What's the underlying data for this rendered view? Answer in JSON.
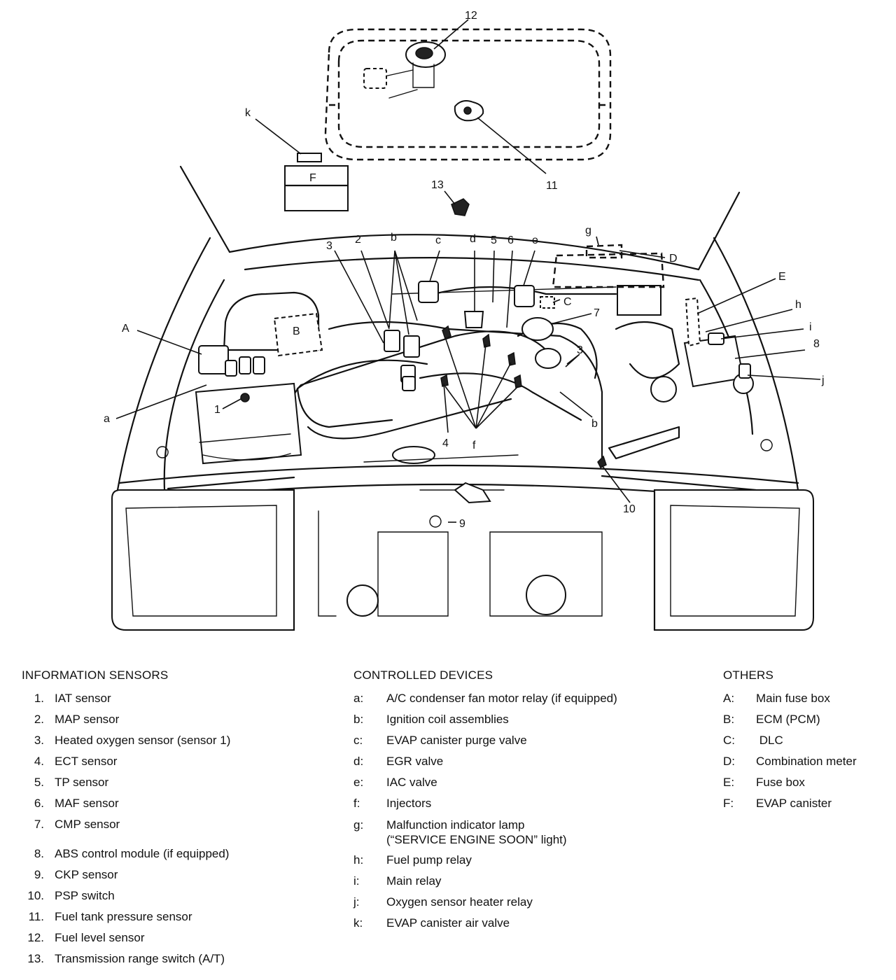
{
  "callouts": {
    "n1": "1",
    "n2": "2",
    "n3a": "3",
    "n3b": "3",
    "n4": "4",
    "n5": "5",
    "n6": "6",
    "n7": "7",
    "n8": "8",
    "n9": "9",
    "n10": "10",
    "n11": "11",
    "n12": "12",
    "n13": "13",
    "la": "a",
    "lb_top": "b",
    "lb_right": "b",
    "lc": "c",
    "ld": "d",
    "le": "e",
    "lf": "f",
    "lg": "g",
    "lh": "h",
    "li": "i",
    "lj": "j",
    "lk": "k",
    "uA": "A",
    "uB": "B",
    "uC": "C",
    "uD": "D",
    "uE": "E",
    "uF": "F"
  },
  "legend": {
    "sensors": {
      "heading": "INFORMATION SENSORS",
      "items": [
        {
          "key": "1.",
          "text": "IAT sensor"
        },
        {
          "key": "2.",
          "text": "MAP sensor"
        },
        {
          "key": "3.",
          "text": "Heated oxygen sensor (sensor 1)"
        },
        {
          "key": "4.",
          "text": "ECT sensor"
        },
        {
          "key": "5.",
          "text": "TP sensor"
        },
        {
          "key": "6.",
          "text": "MAF sensor"
        },
        {
          "key": "7.",
          "text": "CMP sensor"
        },
        {
          "key": "8.",
          "text": "ABS control module (if equipped)"
        },
        {
          "key": "9.",
          "text": "CKP sensor"
        },
        {
          "key": "10.",
          "text": "PSP switch"
        },
        {
          "key": "11.",
          "text": "Fuel tank pressure sensor"
        },
        {
          "key": "12.",
          "text": "Fuel level sensor"
        },
        {
          "key": "13.",
          "text": "Transmission range switch (A/T)"
        }
      ]
    },
    "devices": {
      "heading": "CONTROLLED DEVICES",
      "items": [
        {
          "key": "a:",
          "text": "A/C condenser fan motor relay (if equipped)"
        },
        {
          "key": "b:",
          "text": "Ignition coil assemblies"
        },
        {
          "key": "c:",
          "text": "EVAP canister purge valve"
        },
        {
          "key": "d:",
          "text": "EGR valve"
        },
        {
          "key": "e:",
          "text": "IAC valve"
        },
        {
          "key": "f:",
          "text": "Injectors"
        },
        {
          "key": "g:",
          "text": "Malfunction indicator lamp",
          "text2": "(“SERVICE ENGINE SOON” light)"
        },
        {
          "key": "h:",
          "text": "Fuel pump relay"
        },
        {
          "key": "i:",
          "text": "Main relay"
        },
        {
          "key": "j:",
          "text": "Oxygen sensor heater relay"
        },
        {
          "key": "k:",
          "text": "EVAP canister air valve"
        }
      ]
    },
    "others": {
      "heading": "OTHERS",
      "items": [
        {
          "key": "A:",
          "text": "Main fuse box"
        },
        {
          "key": "B:",
          "text": "ECM (PCM)"
        },
        {
          "key": "C:",
          "text": " DLC"
        },
        {
          "key": "D:",
          "text": "Combination meter"
        },
        {
          "key": "E:",
          "text": "Fuse box"
        },
        {
          "key": "F:",
          "text": "EVAP canister"
        }
      ]
    }
  }
}
